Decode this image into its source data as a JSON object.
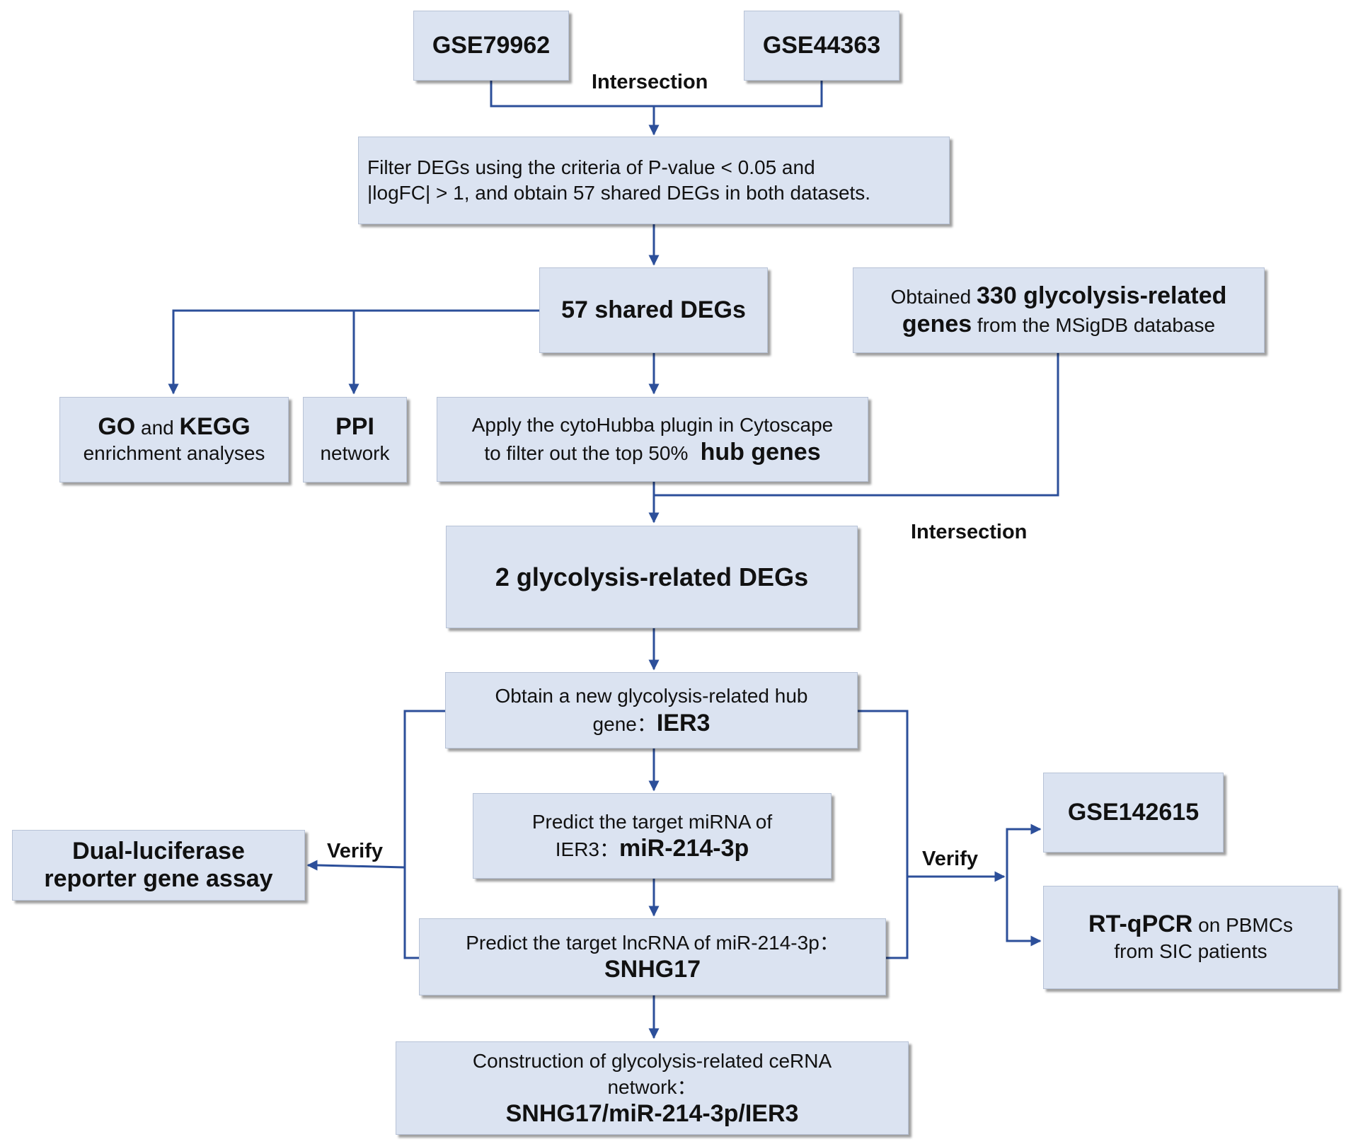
{
  "nodes": {
    "gse79962": "GSE79962",
    "gse44363": "GSE44363",
    "filter": {
      "line1": "Filter DEGs using the criteria of P-value < 0.05 and",
      "line2": "|logFC| > 1, and obtain 57 shared DEGs in both datasets."
    },
    "shared": "57 shared DEGs",
    "msigdb": {
      "t1": "Obtained ",
      "t2": "330 glycolysis-related",
      "t3": "genes",
      "t4": " from the MSigDB database"
    },
    "go_kegg": {
      "go": "GO",
      "and": " and ",
      "kegg": "KEGG",
      "line2": "enrichment analyses"
    },
    "ppi": {
      "line1": "PPI",
      "line2": "network"
    },
    "cytohubba": {
      "line1": "Apply the cytoHubba plugin in Cytoscape",
      "line2a": "to filter out the top 50% ",
      "line2b": " hub genes"
    },
    "glyco_degs": "2 glycolysis-related DEGs",
    "ier3_hub": {
      "line1": "Obtain a new glycolysis-related hub",
      "line2a": "gene：",
      "line2b": "IER3"
    },
    "mirna": {
      "line1": "Predict the target miRNA of",
      "line2a": "IER3：",
      "line2b": "miR-214-3p"
    },
    "lncrna": {
      "line1": "Predict the target lncRNA of miR-214-3p：",
      "line2": "SNHG17"
    },
    "cerna": {
      "line1": "Construction of glycolysis-related ceRNA",
      "line2": "network：",
      "line3": "SNHG17/miR-214-3p/IER3"
    },
    "dual_luc": {
      "line1": "Dual-luciferase",
      "line2": "reporter gene assay"
    },
    "gse142615": "GSE142615",
    "rtqpcr": {
      "bold": "RT-qPCR",
      "rest": " on PBMCs",
      "line2": "from SIC patients"
    }
  },
  "labels": {
    "intersection_top": "Intersection",
    "intersection_mid": "Intersection",
    "verify_left": "Verify",
    "verify_right": "Verify"
  },
  "colors": {
    "box_fill": "#dbe3f1",
    "arrow": "#2c4f9a"
  }
}
